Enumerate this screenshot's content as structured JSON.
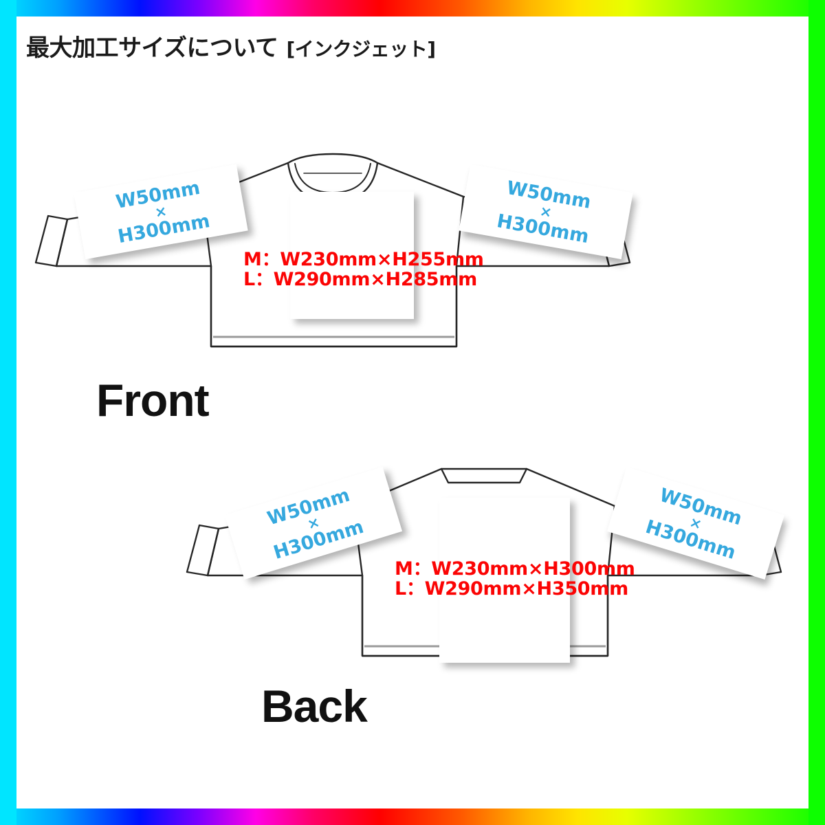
{
  "page": {
    "title_main": "最大加工サイズについて",
    "title_sub": "[インクジェット]",
    "accent_blue": "#35a8de",
    "accent_red": "#fb0404",
    "border": "rainbow-gradient"
  },
  "views": [
    {
      "id": "front",
      "caption": "Front",
      "body_sizes": [
        "M：W230mm×H255mm",
        "L：W290mm×H285mm"
      ],
      "sleeves": [
        {
          "side": "left",
          "width": "W50mm",
          "sep": "×",
          "height": "H300mm"
        },
        {
          "side": "right",
          "width": "W50mm",
          "sep": "×",
          "height": "H300mm"
        }
      ]
    },
    {
      "id": "back",
      "caption": "Back",
      "body_sizes": [
        "M：W230mm×H300mm",
        "L：W290mm×H350mm"
      ],
      "sleeves": [
        {
          "side": "left",
          "width": "W50mm",
          "sep": "×",
          "height": "H300mm"
        },
        {
          "side": "right",
          "width": "W50mm",
          "sep": "×",
          "height": "H300mm"
        }
      ]
    }
  ]
}
